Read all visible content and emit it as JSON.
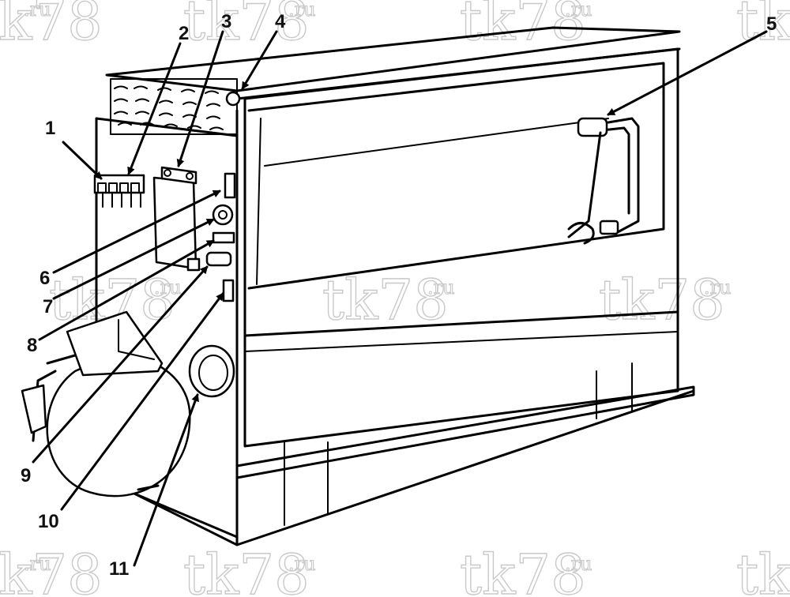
{
  "watermark": {
    "main": "tk78",
    "sup": ".ru"
  },
  "callouts": [
    {
      "id": "c1",
      "label": "1"
    },
    {
      "id": "c2",
      "label": "2"
    },
    {
      "id": "c3",
      "label": "3"
    },
    {
      "id": "c4",
      "label": "4"
    },
    {
      "id": "c5",
      "label": "5"
    },
    {
      "id": "c6",
      "label": "6"
    },
    {
      "id": "c7",
      "label": "7"
    },
    {
      "id": "c8",
      "label": "8"
    },
    {
      "id": "c9",
      "label": "9"
    },
    {
      "id": "c10",
      "label": "10"
    },
    {
      "id": "c11",
      "label": "11"
    }
  ],
  "colors": {
    "ink": "#000000",
    "watermark": "#c9c9c9",
    "paper": "#ffffff"
  }
}
